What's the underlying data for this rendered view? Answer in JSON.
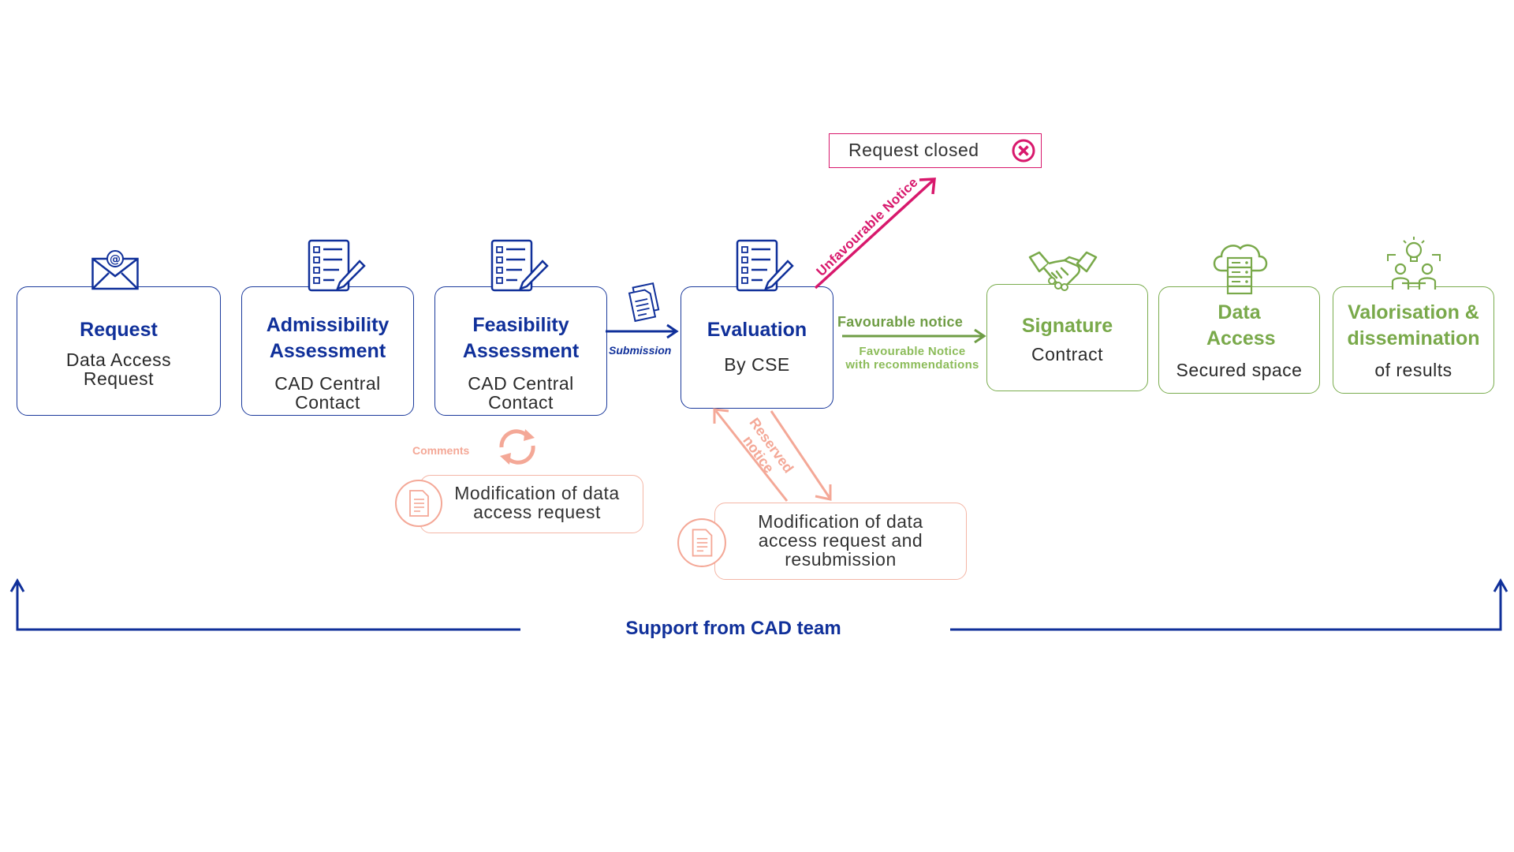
{
  "steps": {
    "request": {
      "title": "Request",
      "sub": "Data Access Request"
    },
    "admissibility": {
      "title": "Admissibility Assessment",
      "sub": "CAD Central Contact"
    },
    "feasibility": {
      "title": "Feasibility Assessment",
      "sub": "CAD Central Contact"
    },
    "evaluation": {
      "title": "Evaluation",
      "sub": "By CSE"
    },
    "signature": {
      "title": "Signature",
      "sub": "Contract"
    },
    "data_access": {
      "title": "Data Access",
      "sub": "Secured space"
    },
    "valorisation": {
      "title": "Valorisation & dissemination",
      "sub": "of results"
    }
  },
  "labels": {
    "submission": "Submission",
    "unfavourable": "Unfavourable Notice",
    "favourable": "Favourable notice",
    "favourable_rec": "Favourable  Notice with recommendations",
    "reserved": "Reserved notice",
    "comments": "Comments"
  },
  "closed": {
    "text": "Request closed"
  },
  "modifications": {
    "first": "Modification of data access request",
    "second": "Modification of data access request and resubmission"
  },
  "support": {
    "text": "Support from CAD team"
  },
  "colors": {
    "blue": "#10309a",
    "green": "#79a94a",
    "magenta": "#d8186c",
    "salmon": "#f4a897"
  },
  "icons": [
    "envelope-icon",
    "checklist-icon",
    "document-icon",
    "handshake-icon",
    "cloud-server-icon",
    "idea-team-icon",
    "close-circle-icon"
  ]
}
